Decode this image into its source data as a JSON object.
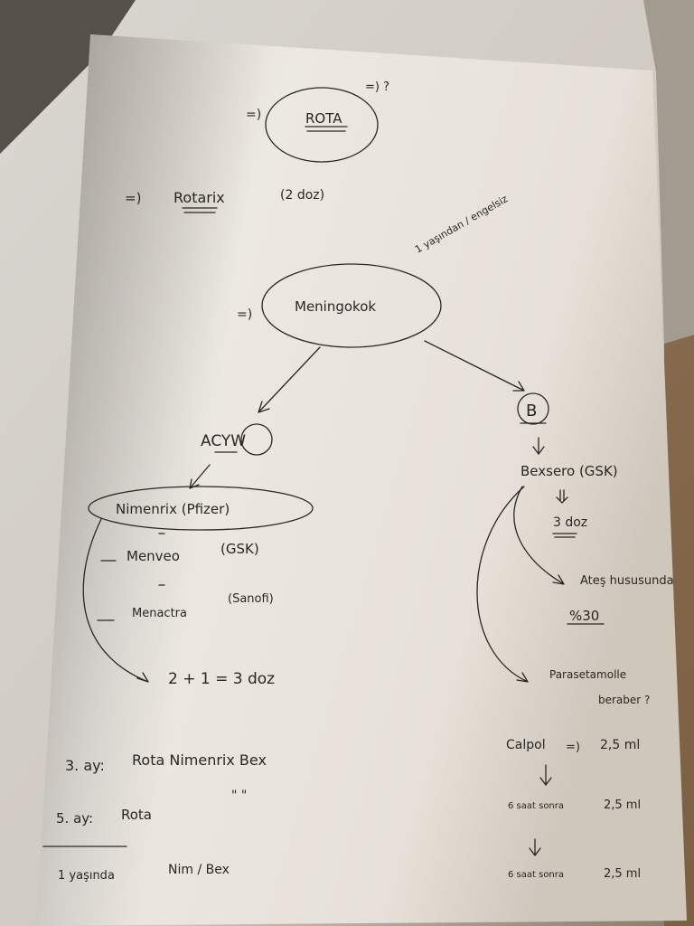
{
  "page": {
    "ink_color": "#2a2622",
    "paper_color": "#ece8e2"
  },
  "notes": {
    "rota": "ROTA",
    "rota_arrow": "=)",
    "rota_question": "=) ?",
    "rotarix": "Rotarix",
    "rotarix_arrow": "=)",
    "rotarix_doses": "(2 doz)",
    "meningokok": "Meningokok",
    "meningokok_arrow": "=)",
    "meningokok_age": "1 yaşından / engelsiz",
    "acyw": "ACYW",
    "b": "B",
    "nimenrix": "Nimenrix (Pfizer)",
    "menveo": "Menveo",
    "menveo_maker": "(GSK)",
    "menactra": "Menactra",
    "menactra_maker": "(Sanofi)",
    "acyw_schedule": "2 + 1 = 3 doz",
    "bexsero": "Bexsero (GSK)",
    "bexsero_doses": "3 doz",
    "ates": "Ateş hususunda",
    "ates_percent": "%30",
    "paracetamol": "Parasetamolle",
    "paracetamol_2": "beraber ?",
    "calpol": "Calpol",
    "calpol_arrow": "=)",
    "calpol_dose": "2,5 ml",
    "after_1": "6 saat sonra",
    "after_1_dose": "2,5 ml",
    "after_2": "6 saat sonra",
    "after_2_dose": "2,5 ml",
    "row_1_label": "3. ay:",
    "row_1_text": "Rota   Nimenrix   Bex",
    "row_2_label": "5. ay:",
    "row_2_text": "Rota",
    "row_2_ditto": "\"            \"",
    "row_3_label": "1 yaşında",
    "row_3_text": "Nim   / Bex"
  }
}
